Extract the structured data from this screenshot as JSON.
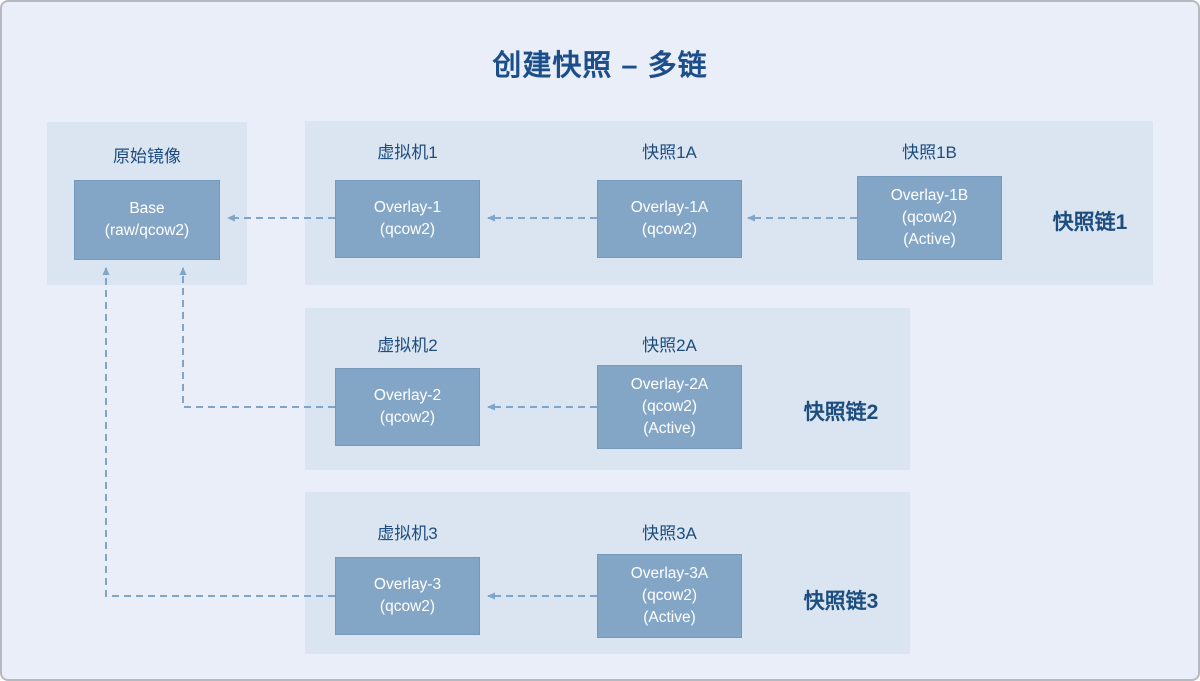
{
  "page": {
    "title": "创建快照 – 多链",
    "colors": {
      "background": "#e9eef8",
      "panel": "#dae5f1",
      "node_fill": "#84a6c6",
      "node_text": "#ffffff",
      "label_text": "#1d4d7f",
      "title_text": "#1c4f8a",
      "arrow": "#7fa5cb",
      "frame_border": "#b6b9c0"
    }
  },
  "source": {
    "label": "原始镜像",
    "node": {
      "lines": [
        "Base",
        "(raw/qcow2)"
      ]
    }
  },
  "chains": [
    {
      "name": "快照链1",
      "nodes": [
        {
          "label": "虚拟机1",
          "lines": [
            "Overlay-1",
            "(qcow2)"
          ]
        },
        {
          "label": "快照1A",
          "lines": [
            "Overlay-1A",
            "(qcow2)"
          ]
        },
        {
          "label": "快照1B",
          "lines": [
            "Overlay-1B",
            "(qcow2)",
            "(Active)"
          ]
        }
      ]
    },
    {
      "name": "快照链2",
      "nodes": [
        {
          "label": "虚拟机2",
          "lines": [
            "Overlay-2",
            "(qcow2)"
          ]
        },
        {
          "label": "快照2A",
          "lines": [
            "Overlay-2A",
            "(qcow2)",
            "(Active)"
          ]
        }
      ]
    },
    {
      "name": "快照链3",
      "nodes": [
        {
          "label": "虚拟机3",
          "lines": [
            "Overlay-3",
            "(qcow2)"
          ]
        },
        {
          "label": "快照3A",
          "lines": [
            "Overlay-3A",
            "(qcow2)",
            "(Active)"
          ]
        }
      ]
    }
  ]
}
